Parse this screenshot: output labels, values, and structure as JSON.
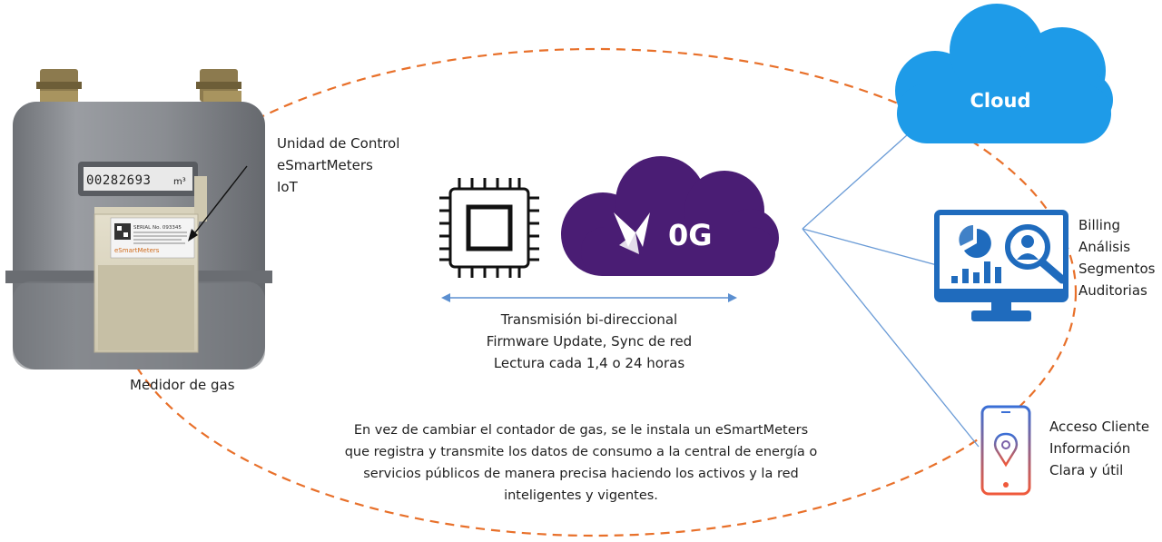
{
  "colors": {
    "orbit": "#e8702a",
    "connector": "#6a9bd6",
    "cloud_blue": "#1e9be8",
    "cloud_purple": "#4a1d74",
    "meter_body": "#8a8d92",
    "monitor_blue": "#1f6bbd",
    "phone_gradient_top": "#3a6fd6",
    "phone_gradient_bottom": "#f0593a"
  },
  "gas_meter": {
    "caption": "Medidor de gas",
    "counter_digits": "00282693",
    "counter_unit": "m³",
    "device_serial": "SERIAL No. 093345",
    "device_brand": "eSmartMeters"
  },
  "control_unit": {
    "lines": [
      "Unidad de Control",
      "eSmartMeters",
      "IoT"
    ]
  },
  "network": {
    "cloud_label": "0G",
    "transmission_lines": [
      "Transmisión bi-direccional",
      "Firmware Update, Sync de red",
      "Lectura cada 1,4 o 24 horas"
    ]
  },
  "cloud": {
    "label": "Cloud"
  },
  "billing": {
    "items": [
      "Billing",
      "Análisis",
      "Segmentos",
      "Auditorias"
    ]
  },
  "customer": {
    "items": [
      "Acceso Cliente",
      "Información",
      "Clara y útil"
    ]
  },
  "description": {
    "lines": [
      "En vez de cambiar el contador de gas, se le instala un eSmartMeters",
      "que registra y transmite los datos de consumo a la central de energía o",
      "servicios  públicos de manera precisa haciendo los activos y la red",
      "inteligentes y vigentes."
    ]
  }
}
